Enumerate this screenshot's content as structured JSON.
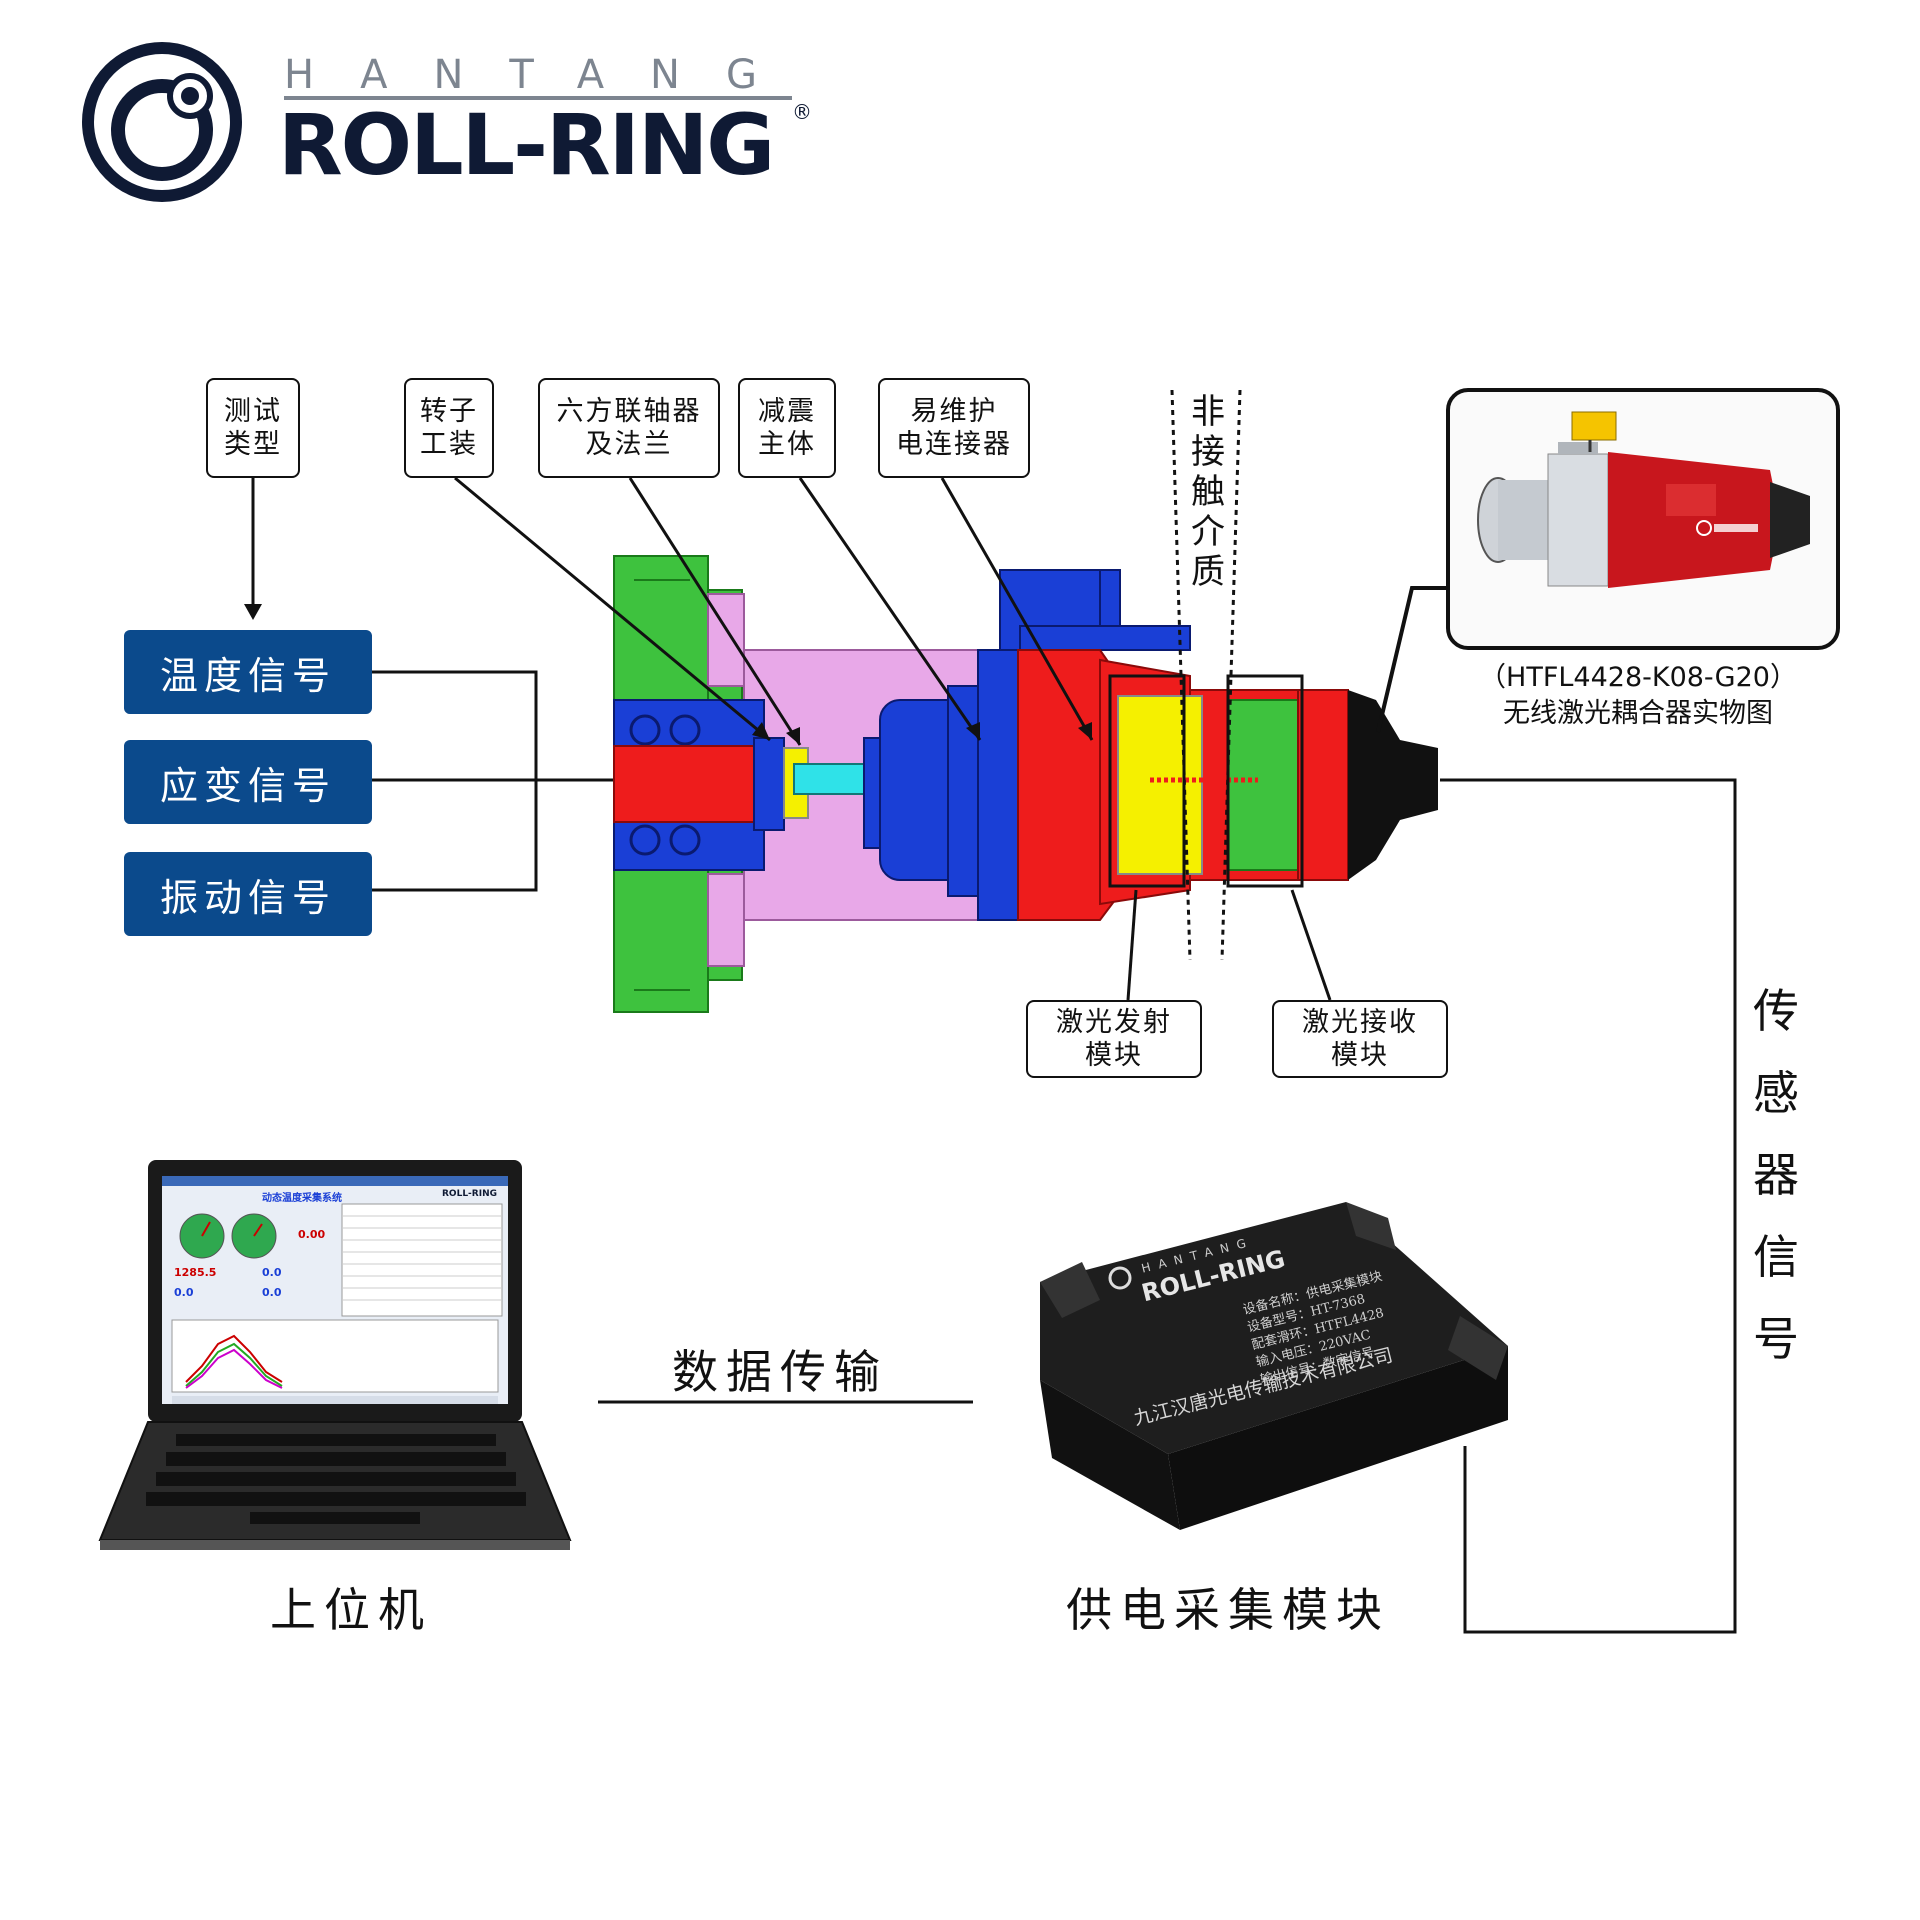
{
  "logo": {
    "top_word": "HANTANG",
    "main_word": "ROLL-RING",
    "registered": "®"
  },
  "callouts": {
    "test_type": "测试\n类型",
    "rotor_tooling": "转子\n工装",
    "hex_coupling": "六方联轴器\n及法兰",
    "damping_body": "减震\n主体",
    "connector": "易维护\n电连接器",
    "laser_tx": "激光发射\n模块",
    "laser_rx": "激光接收\n模块"
  },
  "non_contact_medium": "非\n接\n触\n介\n质",
  "signals": {
    "temperature": "温度信号",
    "strain": "应变信号",
    "vibration": "振动信号"
  },
  "product_photo": {
    "caption_model": "（HTFL4428-K08-G20）",
    "caption_desc": "无线激光耦合器实物图"
  },
  "sensor_signal": "传\n感\n器\n信\n号",
  "data_transfer": "数据传输",
  "host_pc": "上位机",
  "power_module": "供电采集模块",
  "laptop_screen": {
    "title": "动态温度采集系统",
    "brand": "ROLL-RING",
    "readout_1": "1285.5",
    "readout_2": "0.0",
    "readout_3": "0.0",
    "readout_4": "0.00",
    "readout_5": "0.0"
  },
  "module_box": {
    "brand_top": "HANTANG",
    "brand_main": "ROLL-RING",
    "spec_1": "设备名称：供电采集模块",
    "spec_2": "设备型号：HT-7368",
    "spec_3": "配套滑环：HTFL4428",
    "spec_4": "输入电压：220VAC",
    "spec_5": "输出信号：数字信号",
    "company": "九江汉唐光电传输技术有限公司"
  },
  "colors": {
    "signal_button": "#0b4a8c",
    "assembly_green": "#3ec23e",
    "assembly_pink": "#e8a8e8",
    "assembly_blue": "#1a3fd6",
    "assembly_red": "#ee1c1c",
    "assembly_yellow": "#f5f000",
    "product_red": "#c8161d",
    "logo_navy": "#0f1a34"
  }
}
